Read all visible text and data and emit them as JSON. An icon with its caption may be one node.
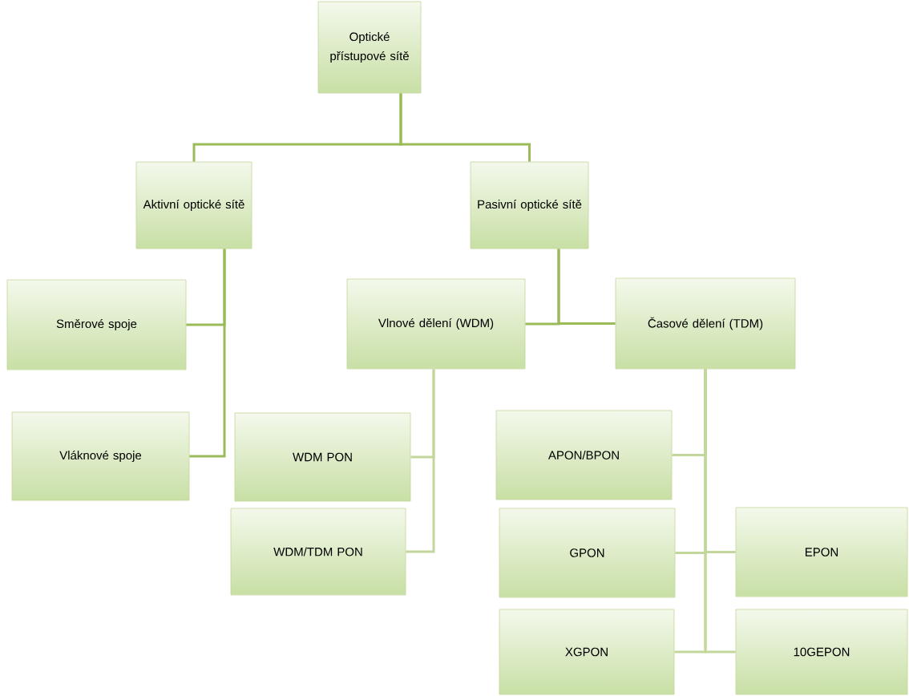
{
  "diagram": {
    "nodes": [
      {
        "text": [
          "Optické přístupové sítě"
        ]
      },
      {
        "text": [
          "Aktivní optické sítě"
        ]
      },
      {
        "text": [
          "Pasivní optické sítě"
        ]
      },
      {
        "text": [
          "Směrové spoje"
        ]
      },
      {
        "text": [
          "Vláknové spoje"
        ]
      },
      {
        "text": [
          "Vlnové dělení (WDM)"
        ]
      },
      {
        "text": [
          "Časové dělení (TDM)"
        ]
      },
      {
        "text": [
          "WDM PON"
        ]
      },
      {
        "text": [
          "WDM/TDM PON"
        ]
      },
      {
        "text": [
          "APON/BPON"
        ]
      },
      {
        "text": [
          "GPON"
        ]
      },
      {
        "text": [
          "EPON"
        ]
      },
      {
        "text": [
          "XGPON"
        ]
      },
      {
        "text": [
          "10GEPON"
        ]
      }
    ],
    "edges": [
      {
        "from": 0,
        "to": 1,
        "arrow": "none",
        "color": "#9bbb59"
      },
      {
        "from": 0,
        "to": 2,
        "arrow": "none",
        "color": "#9bbb59"
      },
      {
        "from": 1,
        "to": 3,
        "arrow": "none",
        "color": "#9bbb59"
      },
      {
        "from": 1,
        "to": 4,
        "arrow": "none",
        "color": "#9bbb59"
      },
      {
        "from": 2,
        "to": 5,
        "arrow": "none",
        "color": "#9bbb59"
      },
      {
        "from": 2,
        "to": 6,
        "arrow": "none",
        "color": "#9bbb59"
      },
      {
        "from": 5,
        "to": 7,
        "arrow": "none"
      },
      {
        "from": 5,
        "to": 8,
        "arrow": "none"
      },
      {
        "from": 6,
        "to": 9,
        "arrow": "none"
      },
      {
        "from": 6,
        "to": 10,
        "arrow": "none"
      },
      {
        "from": 6,
        "to": 11,
        "arrow": "none"
      },
      {
        "from": 6,
        "to": 12,
        "arrow": "none"
      },
      {
        "from": 6,
        "to": 13,
        "arrow": "none"
      }
    ]
  }
}
